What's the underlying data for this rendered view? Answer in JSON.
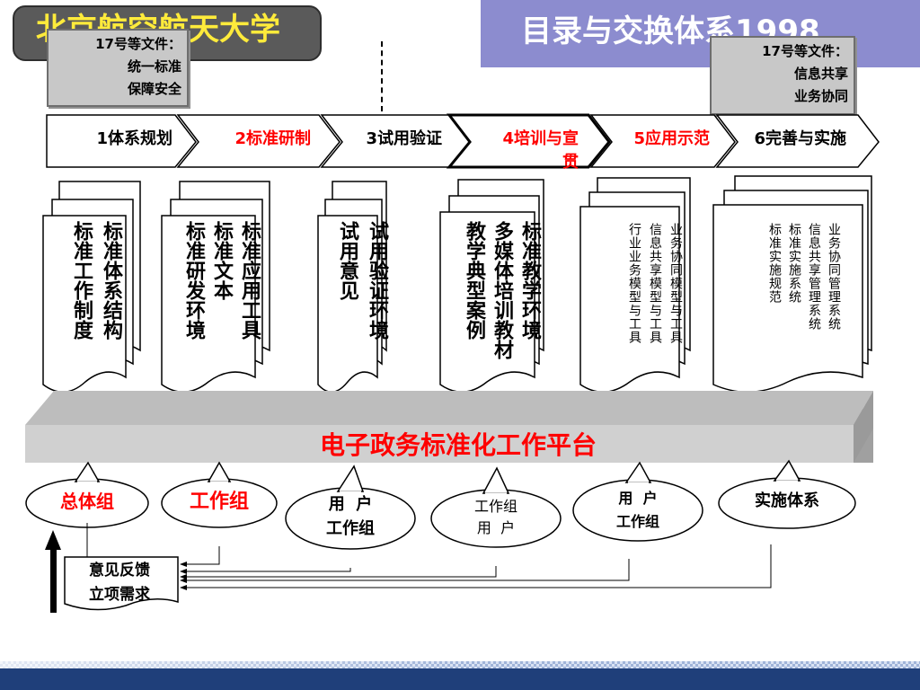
{
  "header": {
    "university": "北京航空航天大学",
    "title": "目录与交换体系1998"
  },
  "notes": {
    "left": [
      "17号等文件：",
      "统一标准",
      "保障安全"
    ],
    "right": [
      "17号等文件：",
      "信息共享",
      "业务协同"
    ]
  },
  "stages": [
    {
      "label": "1体系规划",
      "color": "#000000"
    },
    {
      "label": "2标准研制",
      "color": "#ff0000"
    },
    {
      "label": "3试用验证",
      "color": "#000000"
    },
    {
      "label": "4培训与宣贯",
      "color": "#ff0000"
    },
    {
      "label": "5应用示范",
      "color": "#ff0000"
    },
    {
      "label": "6完善与实施",
      "color": "#000000"
    }
  ],
  "documents": [
    {
      "columns": [
        "标准体系结构",
        "标准工作制度"
      ]
    },
    {
      "columns": [
        "标准应用工具",
        "标准文本",
        "标准研发环境"
      ]
    },
    {
      "columns": [
        "试用验证环境",
        "试用意见"
      ]
    },
    {
      "columns": [
        "标准教学环境",
        "多媒体培训教材",
        "教学典型案例"
      ]
    },
    {
      "columns": [
        "业务协同模型与工具",
        "信息共享模型与工具",
        "行业业务模型与工具"
      ]
    },
    {
      "columns": [
        "业务协同管理系统",
        "信息共享管理系统",
        "标准实施系统",
        "标准实施规范"
      ]
    }
  ],
  "platform": {
    "label": "电子政务标准化工作平台"
  },
  "groups": [
    {
      "lines": [
        "总体组"
      ],
      "color": "#ff0000"
    },
    {
      "lines": [
        "工作组"
      ],
      "color": "#ff0000"
    },
    {
      "lines": [
        "用  户",
        "工作组"
      ],
      "color": "#000000"
    },
    {
      "lines": [
        "工作组",
        "用  户"
      ],
      "color": "#000000"
    },
    {
      "lines": [
        "用  户",
        "工作组"
      ],
      "color": "#000000"
    },
    {
      "lines": [
        "实施体系"
      ],
      "color": "#000000"
    }
  ],
  "feedback": {
    "lines": [
      "意见反馈",
      "立项需求"
    ]
  },
  "colors": {
    "accent_red": "#ff0000",
    "banner_purple": "#8c8ccf",
    "university_yellow": "#ffeb3b",
    "platform_gray": "#c8c8c8"
  }
}
